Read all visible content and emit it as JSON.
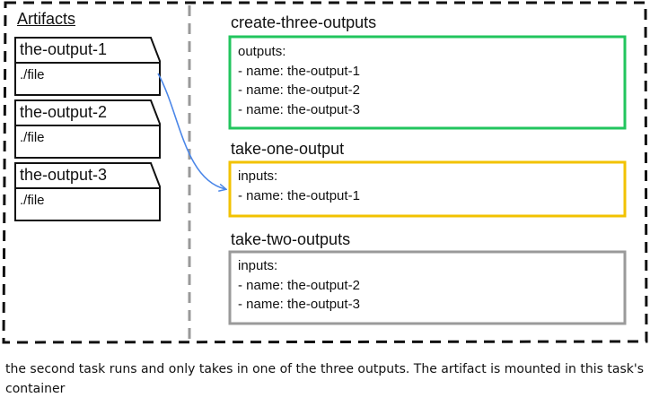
{
  "artifacts": {
    "heading": "Artifacts",
    "items": [
      {
        "name": "the-output-1",
        "path": "./file"
      },
      {
        "name": "the-output-2",
        "path": "./file"
      },
      {
        "name": "the-output-3",
        "path": "./file"
      }
    ]
  },
  "tasks": [
    {
      "title": "create-three-outputs",
      "content": "outputs:\n- name: the-output-1\n- name: the-output-2\n- name: the-output-3",
      "color": "#22c55e"
    },
    {
      "title": "take-one-output",
      "content": "inputs:\n- name: the-output-1",
      "color": "#f2c200"
    },
    {
      "title": "take-two-outputs",
      "content": "inputs:\n- name: the-output-2\n- name: the-output-3",
      "color": "#9a9a9a"
    }
  ],
  "arrow_color": "#4a86e8",
  "caption": "the second task runs and only takes in one of the three outputs. The artifact is mounted in this task's container"
}
